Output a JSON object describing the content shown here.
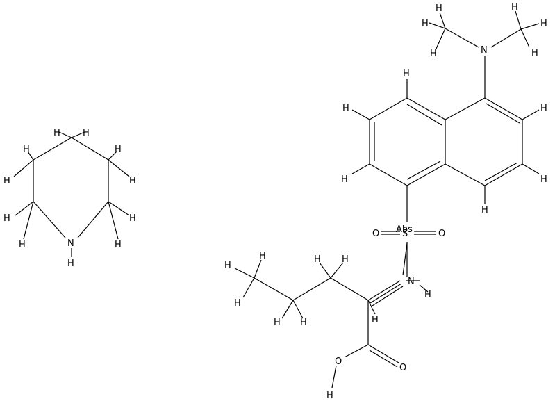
{
  "labels": {
    "n_piperidine": "N",
    "h_on_n_piperidine": "H",
    "n_dimethylamino": "N",
    "s_sulfonyl": "S",
    "o_sulfonyl_left": "O",
    "o_sulfonyl_right": "O",
    "abs_stereo": "Abs",
    "n_sulfonamide": "N",
    "h_on_n_sulfonamide": "H",
    "o_carbonyl": "O",
    "o_hydroxyl": "O",
    "h_on_hydroxyl": "H",
    "hydrogen": "H"
  }
}
